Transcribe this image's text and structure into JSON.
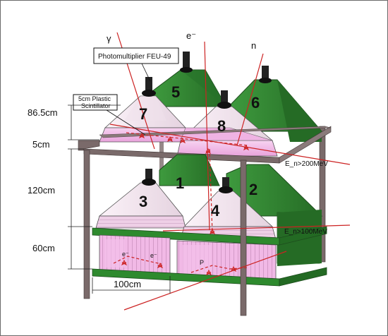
{
  "labels": {
    "photomultiplier": "Photomultiplier FEU-49",
    "scintillator_line1": "5cm Plastic",
    "scintillator_line2": "Scintillator"
  },
  "particles": {
    "gamma": "γ",
    "electron": "e⁻",
    "neutron": "n"
  },
  "dimensions": {
    "d1": "86.5cm",
    "d2": "5cm",
    "d3": "120cm",
    "d4": "60cm",
    "width": "100cm"
  },
  "detector_numbers": [
    "1",
    "2",
    "3",
    "4",
    "5",
    "6",
    "7",
    "8"
  ],
  "energy": {
    "upper": "E_n>200MeV",
    "lower": "E_n>100MeV"
  },
  "inner_track_labels": [
    "e⁻",
    "e⁻",
    "P"
  ],
  "colors": {
    "frame": "#7a6a6a",
    "shelf": "#2e8a2e",
    "pyramid": "#2f7d2f",
    "translucent_pyramid": "#f2e4ef",
    "scintillator_pink": "#f2b7e8",
    "track": "#cc2222"
  }
}
